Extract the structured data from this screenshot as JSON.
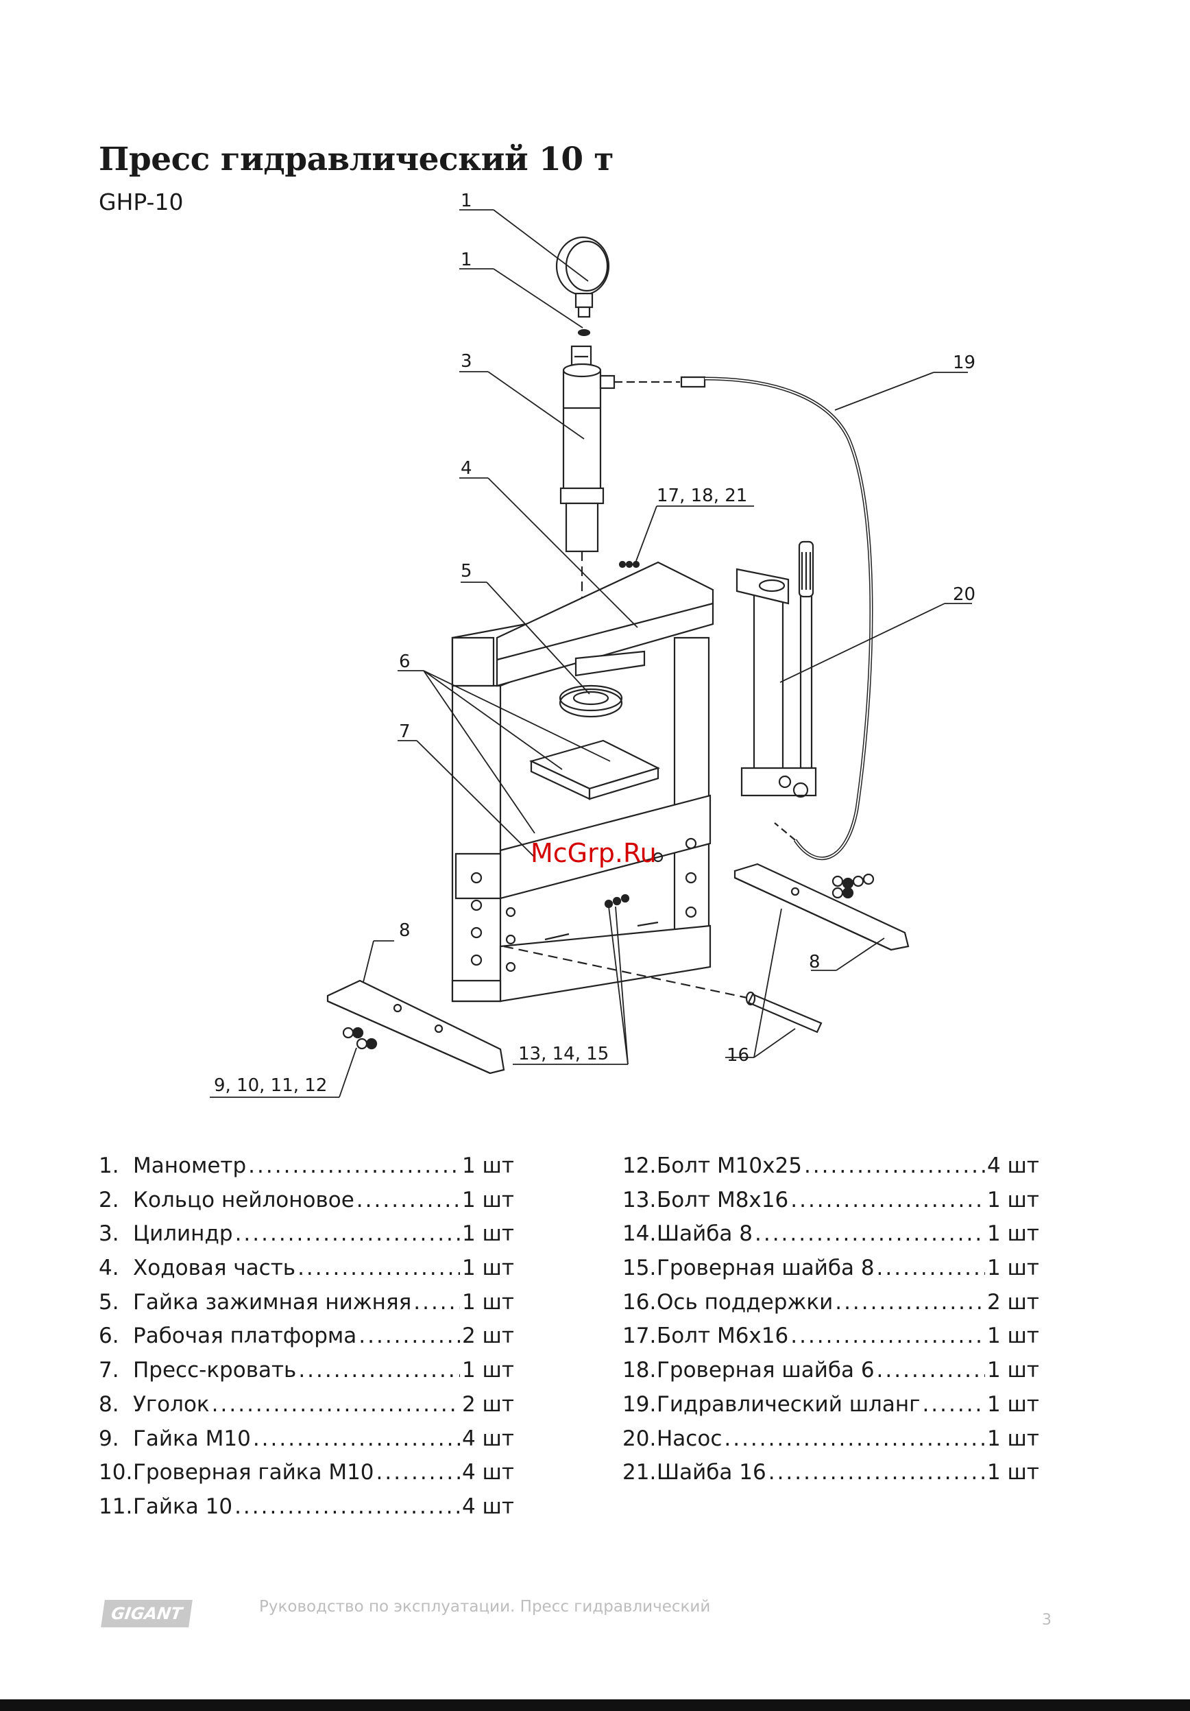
{
  "document": {
    "title": "Пресс гидравлический 10 т",
    "model": "GHP-10"
  },
  "diagram": {
    "callouts": {
      "c1a": "1",
      "c1b": "1",
      "c3": "3",
      "c4": "4",
      "c5": "5",
      "c6": "6",
      "c7": "7",
      "c8a": "8",
      "c8b": "8",
      "c16": "16",
      "c19": "19",
      "c20": "20",
      "c171821": "17, 18, 21",
      "c131415": "13, 14, 15",
      "c9101112": "9, 10, 11, 12"
    },
    "watermark": "McGrp.Ru"
  },
  "parts_left": [
    {
      "num": "1.",
      "name": "Манометр",
      "qty": "1 шт"
    },
    {
      "num": "2.",
      "name": "Кольцо нейлоновое",
      "qty": "1 шт"
    },
    {
      "num": "3.",
      "name": "Цилиндр",
      "qty": "1 шт"
    },
    {
      "num": "4.",
      "name": "Ходовая часть",
      "qty": "1 шт"
    },
    {
      "num": "5.",
      "name": "Гайка зажимная нижняя",
      "qty": "1 шт"
    },
    {
      "num": "6.",
      "name": "Рабочая платформа",
      "qty": "2 шт"
    },
    {
      "num": "7.",
      "name": "Пресс-кровать",
      "qty": "1 шт"
    },
    {
      "num": "8.",
      "name": "Уголок",
      "qty": "2 шт"
    },
    {
      "num": "9.",
      "name": "Гайка М10",
      "qty": "4 шт"
    },
    {
      "num": "10.",
      "name": "Гроверная гайка М10",
      "qty": "4 шт"
    },
    {
      "num": "11.",
      "name": "Гайка 10",
      "qty": "4 шт"
    }
  ],
  "parts_right": [
    {
      "num": "12.",
      "name": "Болт М10х25",
      "qty": "4 шт"
    },
    {
      "num": "13.",
      "name": "Болт М8х16",
      "qty": "1 шт"
    },
    {
      "num": "14.",
      "name": "Шайба 8",
      "qty": "1 шт"
    },
    {
      "num": "15.",
      "name": "Гроверная шайба 8",
      "qty": "1 шт"
    },
    {
      "num": "16.",
      "name": "Ось поддержки",
      "qty": "2 шт"
    },
    {
      "num": "17.",
      "name": "Болт М6х16",
      "qty": "1 шт"
    },
    {
      "num": "18.",
      "name": "Гроверная шайба 6",
      "qty": "1 шт"
    },
    {
      "num": "19.",
      "name": "Гидравлический шланг",
      "qty": "1 шт"
    },
    {
      "num": "20.",
      "name": "Насос",
      "qty": "1 шт"
    },
    {
      "num": "21.",
      "name": "Шайба 16",
      "qty": "1 шт"
    }
  ],
  "footer": {
    "logo": "GIGANT",
    "text": "Руководство по эксплуатации. Пресс гидравлический",
    "page": "3"
  }
}
